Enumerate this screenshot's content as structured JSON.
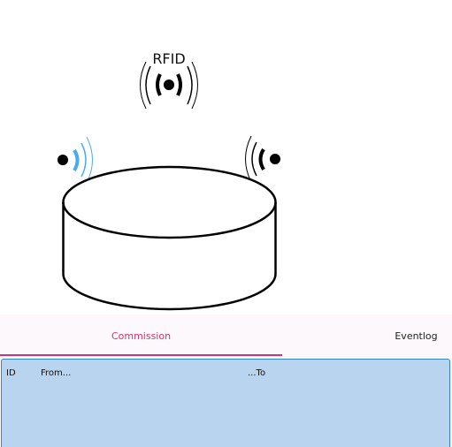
{
  "illustration": {
    "rfid_label": "RFID",
    "icons": [
      "rfid-antenna-icon",
      "left-reader-signal-icon",
      "right-reader-signal-icon",
      "cylinder-object-icon"
    ]
  },
  "tabs": [
    {
      "label": "Commission",
      "active": true
    },
    {
      "label": "Eventlog",
      "active": false
    }
  ],
  "table": {
    "columns": [
      "ID",
      "From...",
      "...To"
    ]
  },
  "colors": {
    "accent": "#d6336c",
    "table_background": "#b9d4ee",
    "table_border": "#2f86c9",
    "signal_blue": "#4aaaf0"
  }
}
